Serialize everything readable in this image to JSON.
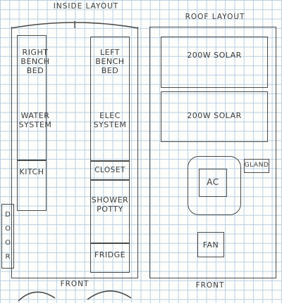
{
  "inside": {
    "title": "INSIDE LAYOUT",
    "right_bench_bed": "RIGHT\nBENCH\nBED",
    "water_system": "WATER\nSYSTEM",
    "kitch": "KITCH",
    "left_bench_bed": "LEFT\nBENCH\nBED",
    "elec_system": "ELEC\nSYSTEM",
    "closet": "CLOSET",
    "shower_potty": "SHOWER\nPOTTY",
    "fridge": "FRIDGE",
    "door": "DOOR",
    "front": "FRONT"
  },
  "roof": {
    "title": "ROOF LAYOUT",
    "solar_1": "200W SOLAR",
    "solar_2": "200W SOLAR",
    "gland": "GLAND",
    "ac": "AC",
    "fan": "FAN",
    "front": "FRONT"
  }
}
